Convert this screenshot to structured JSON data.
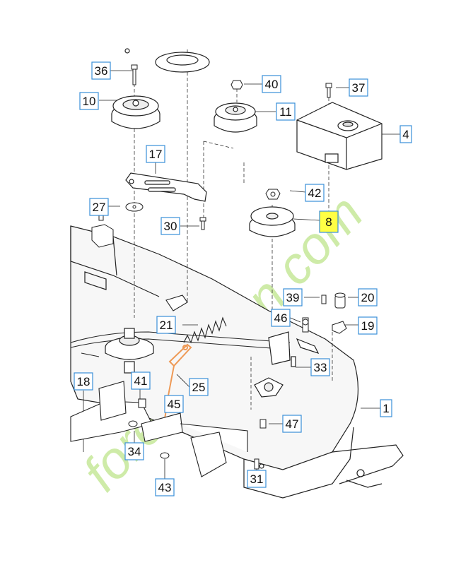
{
  "diagram": {
    "callouts": [
      {
        "id": "c36",
        "label": "36"
      },
      {
        "id": "c10",
        "label": "10"
      },
      {
        "id": "c40",
        "label": "40"
      },
      {
        "id": "c11",
        "label": "11"
      },
      {
        "id": "c37",
        "label": "37"
      },
      {
        "id": "c4",
        "label": "4"
      },
      {
        "id": "c17",
        "label": "17"
      },
      {
        "id": "c42",
        "label": "42"
      },
      {
        "id": "c8",
        "label": "8",
        "highlighted": true
      },
      {
        "id": "c27",
        "label": "27"
      },
      {
        "id": "c30",
        "label": "30"
      },
      {
        "id": "c39",
        "label": "39"
      },
      {
        "id": "c20",
        "label": "20"
      },
      {
        "id": "c46",
        "label": "46"
      },
      {
        "id": "c19",
        "label": "19"
      },
      {
        "id": "c21",
        "label": "21"
      },
      {
        "id": "c33",
        "label": "33"
      },
      {
        "id": "c18",
        "label": "18"
      },
      {
        "id": "c41",
        "label": "41"
      },
      {
        "id": "c25",
        "label": "25"
      },
      {
        "id": "c45",
        "label": "45"
      },
      {
        "id": "c1",
        "label": "1"
      },
      {
        "id": "c47",
        "label": "47"
      },
      {
        "id": "c34",
        "label": "34"
      },
      {
        "id": "c43",
        "label": "43"
      },
      {
        "id": "c31",
        "label": "31"
      }
    ],
    "watermark": {
      "text": "foretgarden.com",
      "color": "#c6e89a"
    },
    "colors": {
      "callout_box": "#3a8fd8",
      "highlight_fill": "#ffff44",
      "line_art": "#222222"
    }
  }
}
